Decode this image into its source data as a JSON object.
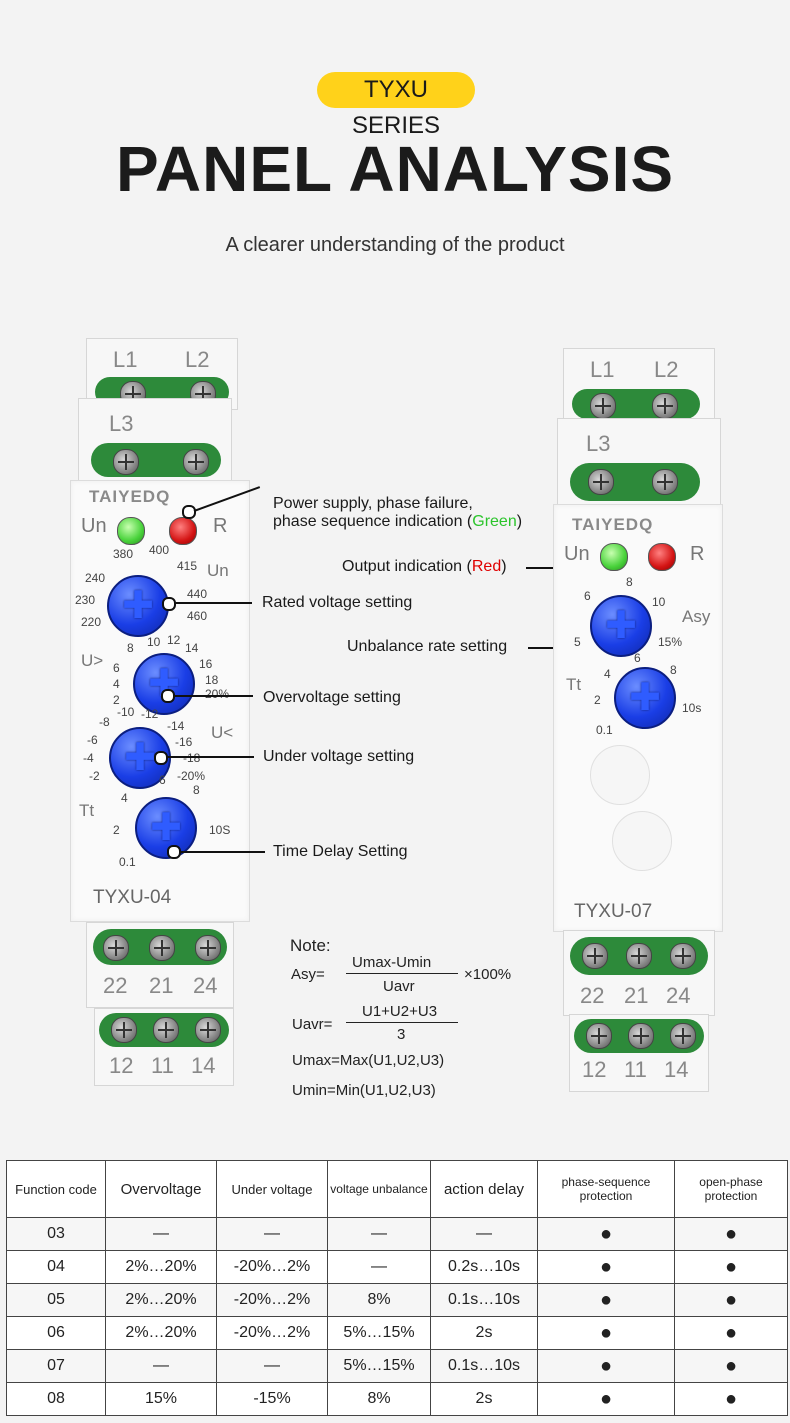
{
  "header": {
    "badge": "TYXU SERIES",
    "title": "PANEL ANALYSIS",
    "subtitle": "A clearer understanding of the product"
  },
  "left_device": {
    "brand": "TAIYEDQ",
    "model": "TYXU-04",
    "top_terminals": [
      "L1",
      "L2",
      "L3"
    ],
    "led_left": "Un",
    "led_right": "R",
    "un_label": "Un",
    "un_scale": [
      "380",
      "400",
      "415",
      "240",
      "440",
      "230",
      "460",
      "220"
    ],
    "over_label": "U>",
    "over_scale": [
      "10",
      "12",
      "14",
      "8",
      "16",
      "6",
      "18",
      "4",
      "20%",
      "2"
    ],
    "under_label": "U<",
    "under_scale": [
      "-12",
      "-14",
      "-10",
      "-8",
      "-16",
      "-6",
      "-18",
      "-4",
      "-20%",
      "-2"
    ],
    "tt_label": "Tt",
    "tt_scale": [
      "6",
      "8",
      "4",
      "2",
      "10S",
      "0.1"
    ],
    "bottom_row1": [
      "22",
      "21",
      "24"
    ],
    "bottom_row2": [
      "12",
      "11",
      "14"
    ]
  },
  "right_device": {
    "brand": "TAIYEDQ",
    "model": "TYXU-07",
    "top_terminals": [
      "L1",
      "L2",
      "L3"
    ],
    "led_left": "Un",
    "led_right": "R",
    "asy_label": "Asy",
    "asy_scale": [
      "8",
      "6",
      "10",
      "5",
      "15%"
    ],
    "tt_label": "Tt",
    "tt_scale": [
      "6",
      "4",
      "8",
      "2",
      "10s",
      "0.1"
    ],
    "bottom_row1": [
      "22",
      "21",
      "24"
    ],
    "bottom_row2": [
      "12",
      "11",
      "14"
    ]
  },
  "callouts": {
    "power_line1": "Power supply, phase failure,",
    "power_line2_prefix": "phase sequence indication (",
    "power_line2_colored": "Green",
    "power_line2_suffix": ")",
    "rated": "Rated voltage setting",
    "over": "Overvoltage setting",
    "under": "Under voltage setting",
    "time": "Time Delay Setting",
    "output_prefix": "Output indication (",
    "output_colored": "Red",
    "output_suffix": ")",
    "unbalance": "Unbalance rate setting"
  },
  "colors": {
    "green_text": "#2bc42b",
    "red_text": "#e00000",
    "badge": "#ffd21a"
  },
  "note": {
    "title": "Note:",
    "asy_lhs": "Asy=",
    "asy_num": "Umax-Umin",
    "asy_den": "Uavr",
    "asy_mult": "×100%",
    "uavr_lhs": "Uavr=",
    "uavr_num": "U1+U2+U3",
    "uavr_den": "3",
    "umax": "Umax=Max(U1,U2,U3)",
    "umin": "Umin=Min(U1,U2,U3)"
  },
  "table": {
    "headers": [
      "Function code",
      "Overvoltage",
      "Under voltage",
      "voltage unbalance",
      "action delay",
      "phase-sequence protection",
      "open-phase protection"
    ],
    "rows": [
      [
        "03",
        "—",
        "—",
        "—",
        "—",
        "●",
        "●"
      ],
      [
        "04",
        "2%…20%",
        "-20%…2%",
        "—",
        "0.2s…10s",
        "●",
        "●"
      ],
      [
        "05",
        "2%…20%",
        "-20%…2%",
        "8%",
        "0.1s…10s",
        "●",
        "●"
      ],
      [
        "06",
        "2%…20%",
        "-20%…2%",
        "5%…15%",
        "2s",
        "●",
        "●"
      ],
      [
        "07",
        "—",
        "—",
        "5%…15%",
        "0.1s…10s",
        "●",
        "●"
      ],
      [
        "08",
        "15%",
        "-15%",
        "8%",
        "2s",
        "●",
        "●"
      ]
    ]
  }
}
